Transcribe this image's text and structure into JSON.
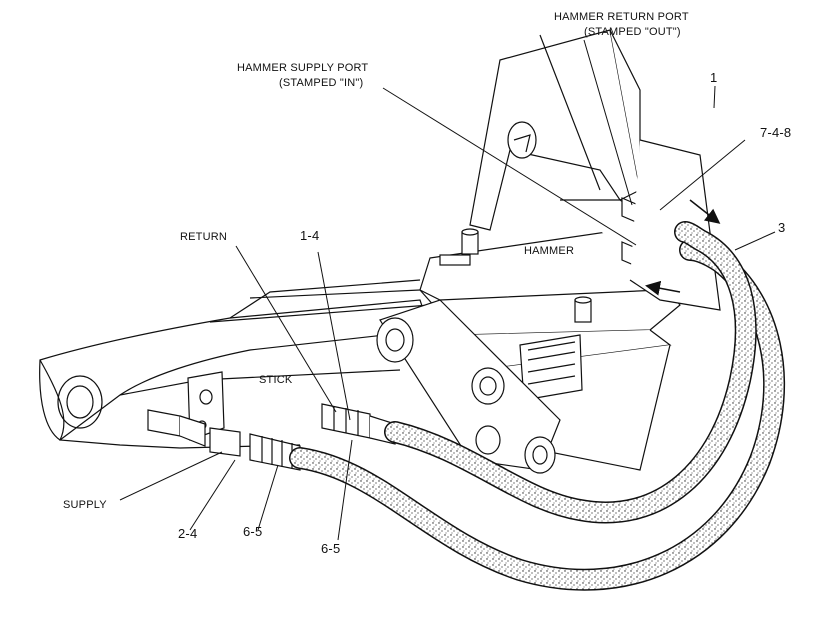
{
  "labels": {
    "hammer_return_port": "HAMMER RETURN PORT",
    "hammer_return_stamped": "(STAMPED \"OUT\")",
    "hammer_supply_port": "HAMMER SUPPLY PORT",
    "hammer_supply_stamped": "(STAMPED \"IN\")",
    "hammer": "HAMMER",
    "stick": "STICK",
    "return": "RETURN",
    "supply": "SUPPLY"
  },
  "callouts": {
    "c1": "1",
    "c748": "7-4-8",
    "c3": "3",
    "c14": "1-4",
    "c24": "2-4",
    "c65a": "6-5",
    "c65b": "6-5"
  }
}
